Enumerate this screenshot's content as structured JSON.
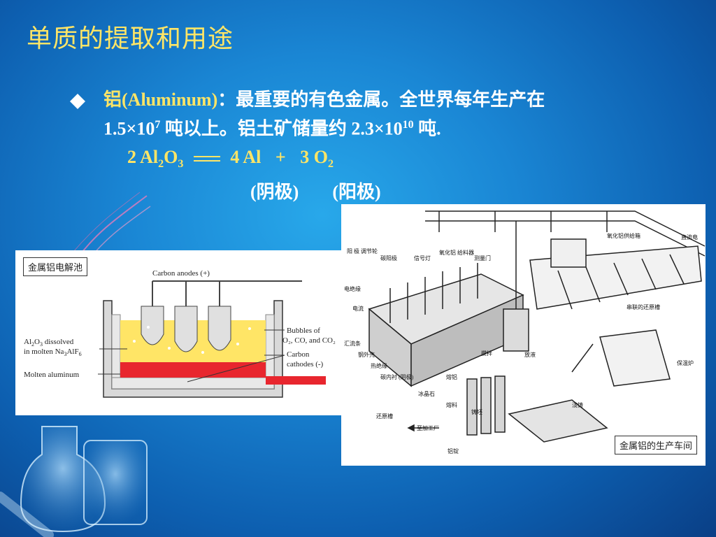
{
  "slide": {
    "title": "单质的提取和用途"
  },
  "bullet": {
    "icon": "diamond-bullet-icon",
    "element_cn": "铝",
    "element_en": "(Aluminum)",
    "line1_rest": "：最重要的有色金属。全世界每年生产在",
    "line2_a": "1.5×10",
    "line2_a_exp": "7",
    "line2_b": " 吨以上。铝土矿储量约 2.3×10",
    "line2_b_exp": "10",
    "line2_c": " 吨."
  },
  "equation": {
    "lhs_coef": "2 Al",
    "lhs_sub1": "2",
    "lhs_o": "O",
    "lhs_sub2": "3",
    "rhs_al": "4 Al",
    "plus": "+",
    "rhs_o2": "3 O",
    "rhs_o2_sub": "2"
  },
  "electrodes": {
    "cathode": "(阴极)",
    "anode": "(阳极)"
  },
  "cell_figure": {
    "caption": "金属铝电解池",
    "carbon_anodes": "Carbon anodes (+)",
    "dissolved_1": "Al",
    "dissolved_1_sub": "2",
    "dissolved_1b": "O",
    "dissolved_1b_sub": "3",
    "dissolved_1c": " dissolved",
    "dissolved_2": "in molten Na",
    "dissolved_2_sub": "3",
    "dissolved_2b": "AlF",
    "dissolved_2b_sub": "6",
    "molten_aluminum": "Molten aluminum",
    "bubbles_1": "Bubbles of",
    "bubbles_2": "O₂, CO, and CO₂",
    "carbon_cathodes_1": "Carbon",
    "carbon_cathodes_2": "cathodes (-)"
  },
  "plant_figure": {
    "caption": "金属铝的生产车间",
    "labels": [
      "阳 极 调节轮",
      "碳阳极",
      "信号灯",
      "氧化铝 给料器",
      "测量门",
      "氧化铝供给箱",
      "直流电",
      "电绝缘",
      "电流",
      "汇流条",
      "钢外壳",
      "热绝缘",
      "碳内衬 (阴极)",
      "冰晶石",
      "熔铝",
      "搅拌",
      "放液",
      "串联的还原槽",
      "保温炉",
      "浇铸",
      "还原槽",
      "至加工厂",
      "铝锭",
      "铸坯",
      "熔料"
    ]
  },
  "colors": {
    "background": "#1a86d4",
    "title": "#ffe566",
    "body_text": "#ffffff",
    "equation": "#ffe566",
    "melt_yellow": "#ffe566",
    "molten_red": "#e8262e"
  }
}
